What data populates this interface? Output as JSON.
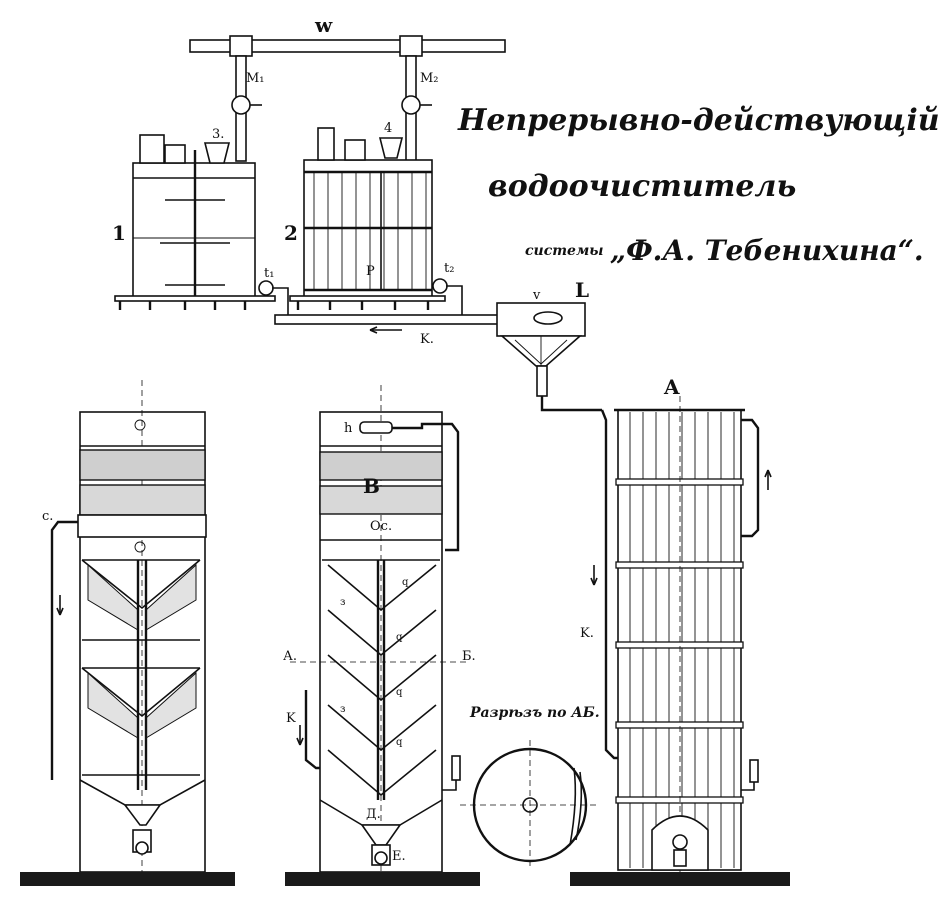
{
  "title": {
    "line1": "Непрерывно-действующій",
    "line2": "водоочиститель",
    "system_word": "системы",
    "author": "„Ф.А. Тебенихина“."
  },
  "labels": {
    "w": "w",
    "m1": "M₁",
    "m2": "M₂",
    "n3": "3.",
    "n4": "4",
    "n1": "1",
    "n2": "2",
    "t1": "t₁",
    "t2": "t₂",
    "p": "P",
    "v": "v",
    "L": "L",
    "k_top": "K.",
    "A_big": "A",
    "c_left": "c.",
    "h": "h",
    "B": "B",
    "oc": "Oc.",
    "A_sec": "А.",
    "B_sec": "Б.",
    "k_mid": "K",
    "D": "Д.",
    "E": "E.",
    "k_right": "K.",
    "section_caption": "Разрѣзъ по АБ.",
    "q": "q",
    "z": "з"
  }
}
